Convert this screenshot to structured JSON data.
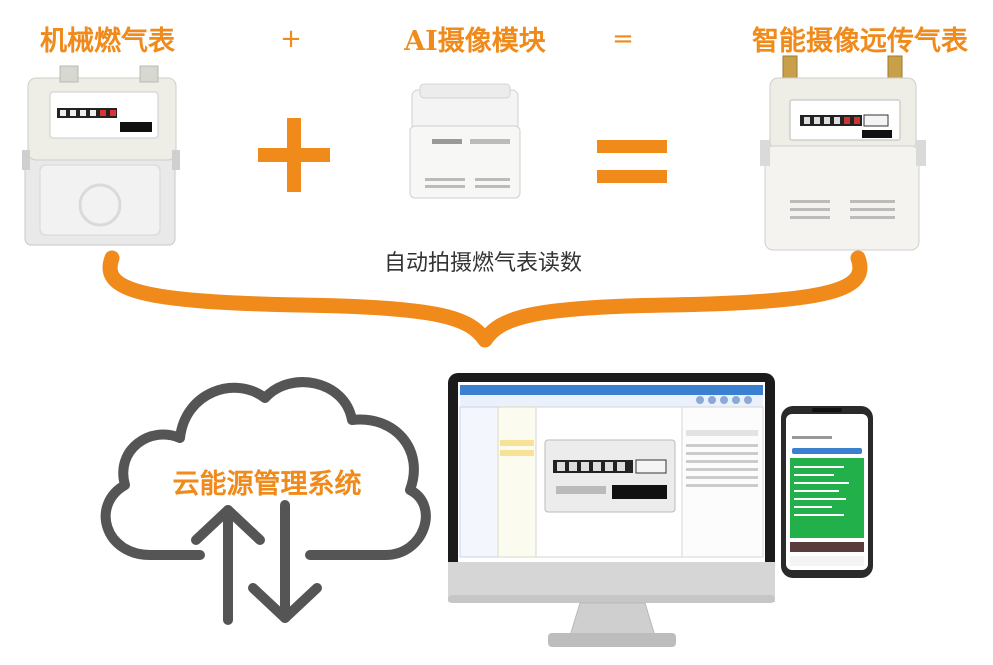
{
  "titles": {
    "mechanical_meter": "机械燃气表",
    "plus_small": "+",
    "ai_module": "AI摄像模块",
    "equals_small": "=",
    "smart_meter": "智能摄像远传气表"
  },
  "caption": "自动拍摄燃气表读数",
  "cloud_label": "云能源管理系统",
  "colors": {
    "accent_orange": "#ef8a1b",
    "cloud_stroke": "#555555",
    "monitor_frame": "#1b1b1b",
    "phone_green": "#22b04b",
    "window_blue": "#3b7fd0"
  },
  "icons": {
    "plus": "plus-icon",
    "equals": "equals-icon",
    "brace": "curly-brace-icon",
    "cloud": "cloud-upload-download-icon"
  }
}
